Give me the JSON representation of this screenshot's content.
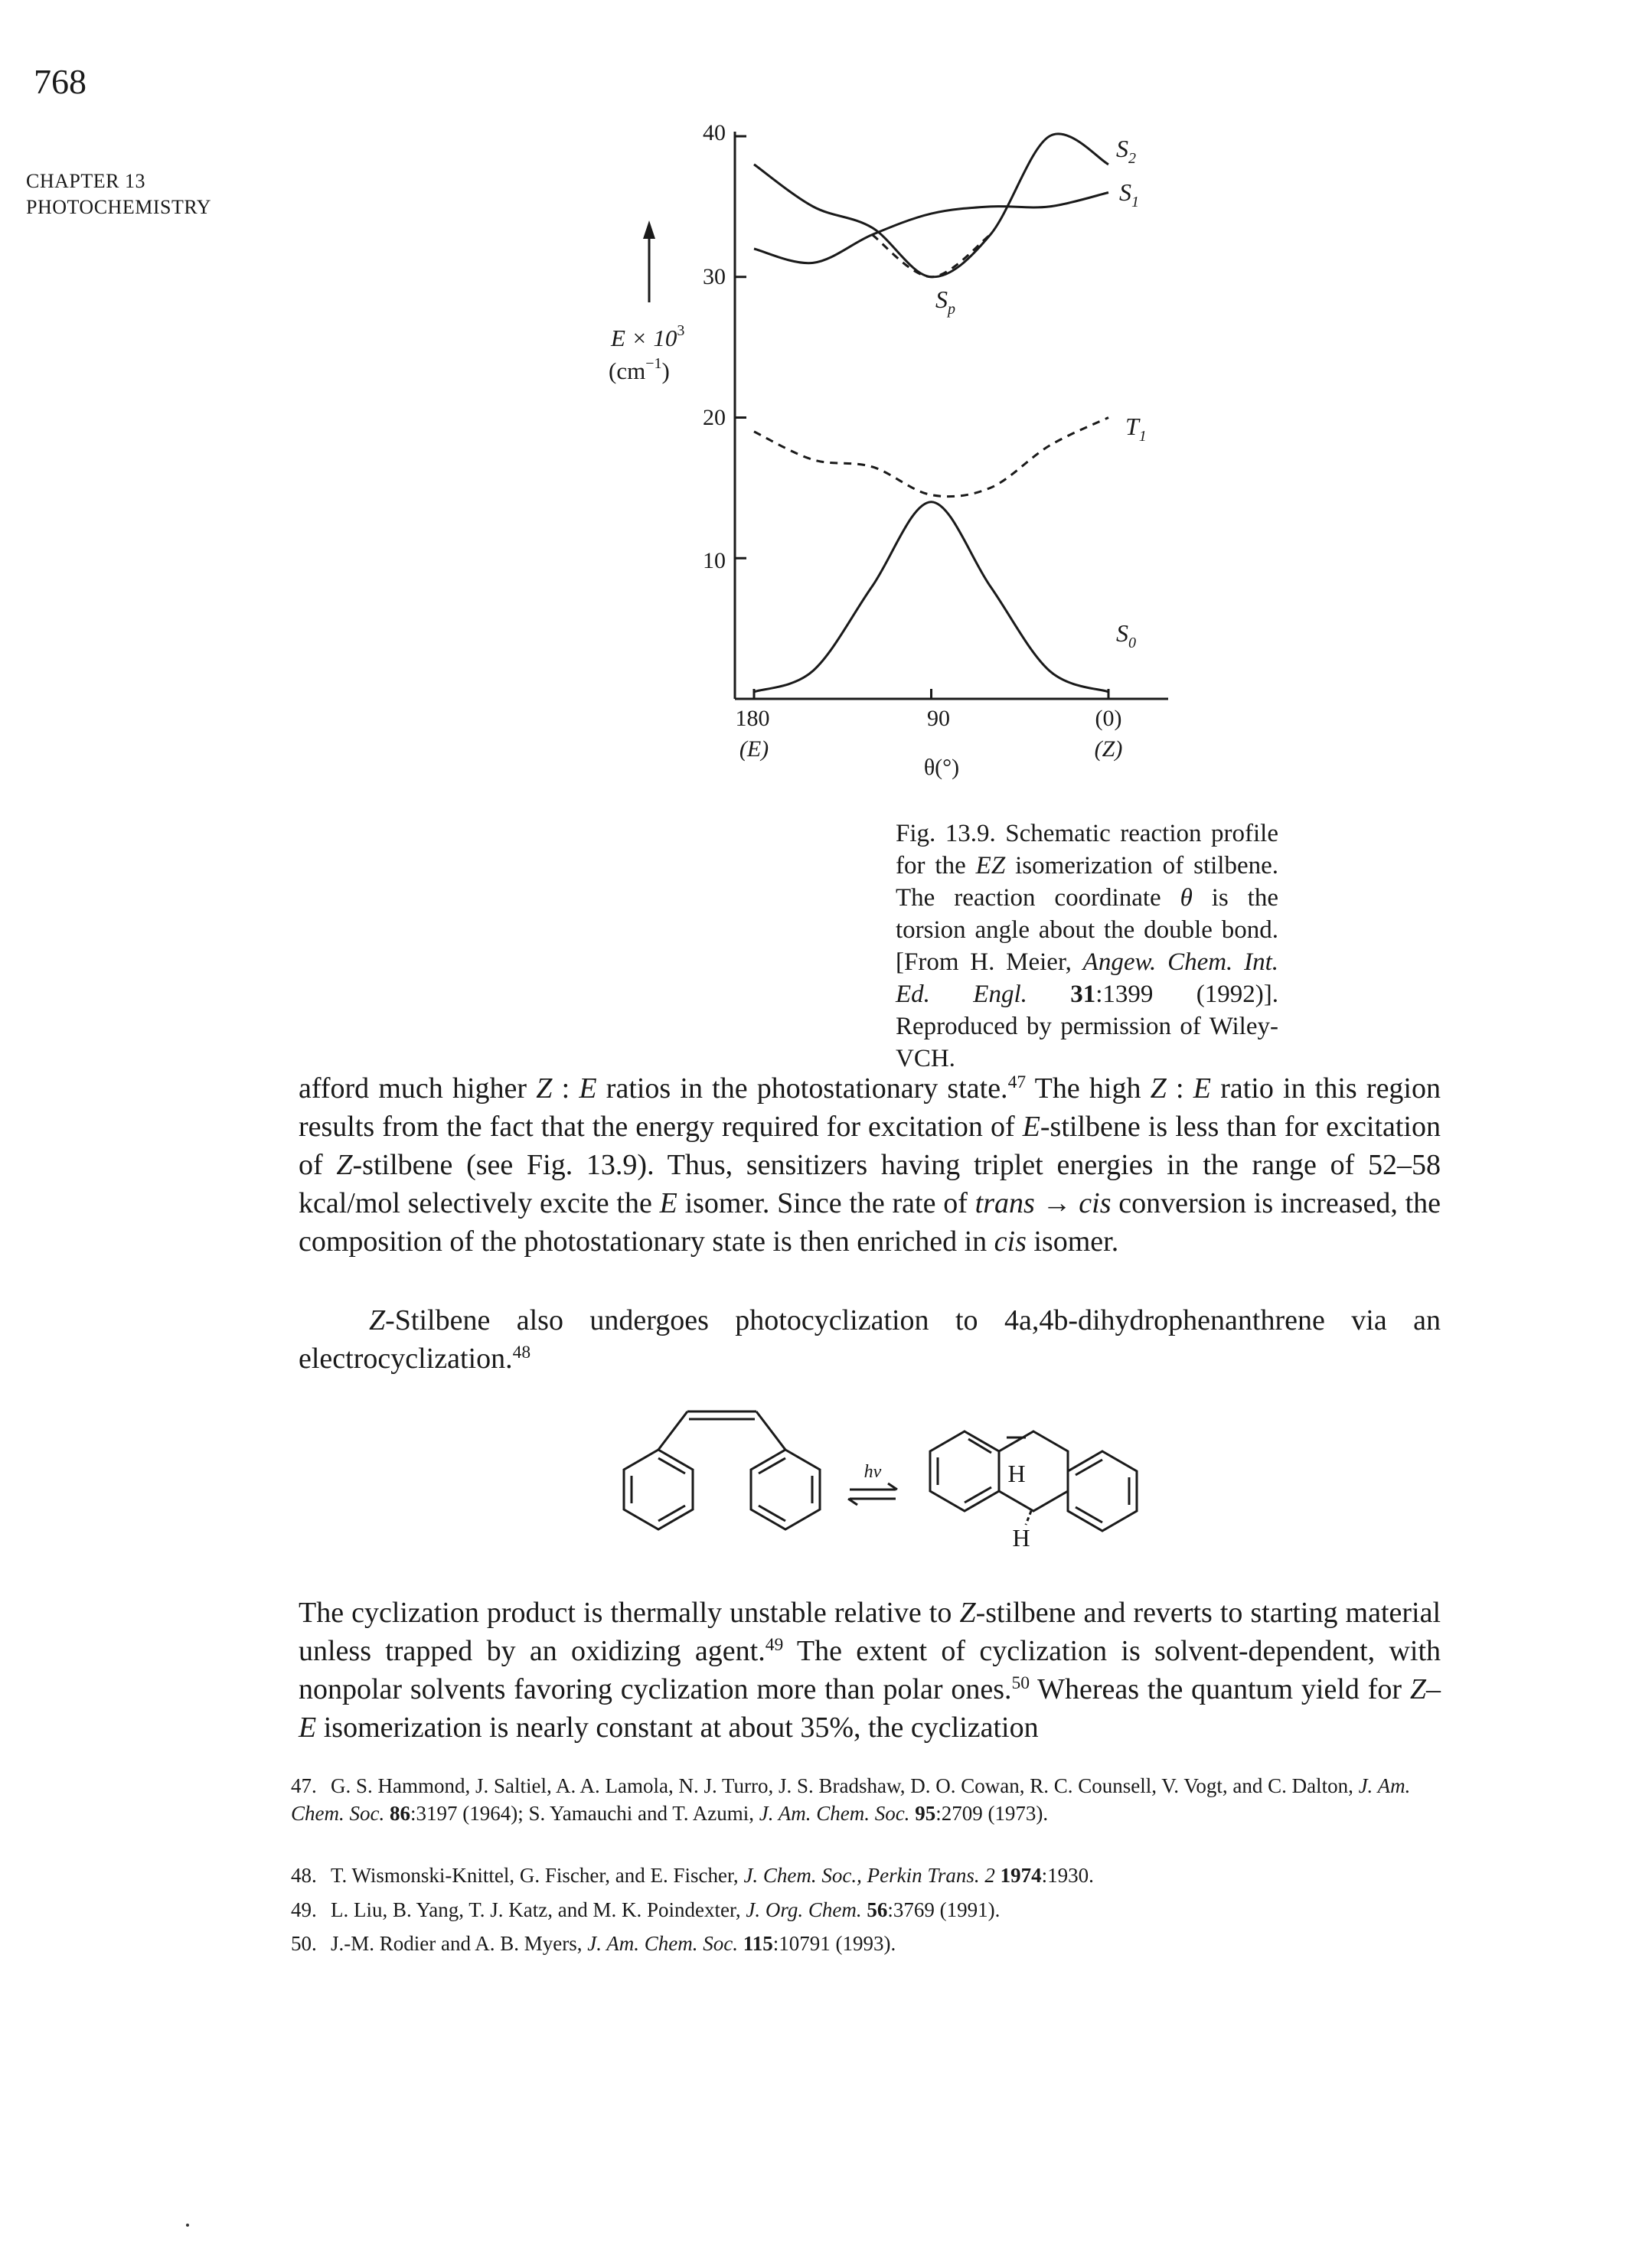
{
  "page": {
    "number": "768",
    "running_head": [
      "CHAPTER 13",
      "PHOTOCHEMISTRY"
    ]
  },
  "figure": {
    "y_axis": {
      "label_line1": "E × 10",
      "label_sup": "3",
      "label_line2": "(cm",
      "label_line2_sup": "−1",
      "label_line2_end": ")"
    },
    "y_ticks": [
      "40",
      "30",
      "20",
      "10"
    ],
    "x_ticks": [
      "180",
      "90",
      "(0)"
    ],
    "x_tick_sub": [
      "(E)",
      "(Z)"
    ],
    "x_label": "θ(°)",
    "curve_labels": {
      "S2": "S",
      "S2_sub": "2",
      "S1": "S",
      "S1_sub": "1",
      "Sp": "S",
      "Sp_sub": "p",
      "T1": "T",
      "T1_sub": "1",
      "S0": "S",
      "S0_sub": "0"
    },
    "caption": {
      "lead": "Fig. 13.9. Schematic reaction profile for the ",
      "ez": "EZ",
      "mid1": " isomerization of stilbene. The reaction coordinate ",
      "theta": "θ",
      "mid2": " is the torsion angle about the double bond. [From H. Meier, ",
      "journal": "Angew. Chem. Int. Ed. Engl.",
      "vol": "31",
      "end1": ":1399 (1992)]. Reproduced by permission of Wiley-VCH."
    }
  },
  "chart_data": {
    "type": "line",
    "title": "",
    "xlabel": "θ(°)",
    "ylabel": "E × 10³ (cm⁻¹)",
    "x_ticks": [
      180,
      90,
      0
    ],
    "ylim": [
      0,
      40
    ],
    "series": [
      {
        "name": "S2",
        "x": [
          180,
          150,
          120,
          90,
          60,
          30,
          0
        ],
        "values": [
          38,
          35,
          33.5,
          30,
          33,
          40,
          38
        ]
      },
      {
        "name": "S1",
        "x": [
          180,
          150,
          120,
          90,
          60,
          30,
          0
        ],
        "values": [
          32,
          31,
          33,
          34.5,
          35,
          35,
          36
        ]
      },
      {
        "name": "Sp",
        "x": [
          120,
          90,
          60
        ],
        "values": [
          33,
          30,
          33
        ]
      },
      {
        "name": "T1",
        "x": [
          180,
          150,
          120,
          90,
          60,
          30,
          0
        ],
        "values": [
          19,
          17,
          16.5,
          14.5,
          15,
          18,
          20
        ]
      },
      {
        "name": "S0",
        "x": [
          180,
          150,
          120,
          90,
          60,
          30,
          0
        ],
        "values": [
          0.5,
          2,
          8,
          14,
          8,
          2,
          0.5
        ]
      }
    ]
  },
  "body": {
    "para1": {
      "t1": "afford much higher ",
      "z1": "Z",
      "colon1": " : ",
      "e1": "E",
      "t2": " ratios in the photostationary state.",
      "ref47": "47",
      "t3": " The high ",
      "z2": "Z",
      "colon2": " : ",
      "e2": "E",
      "t4": " ratio in this region results from the fact that the energy required for excitation of ",
      "e3": "E",
      "t5": "-stilbene is less than for excitation of ",
      "z3": "Z",
      "t6": "-stilbene (see Fig. 13.9). Thus, sensitizers having triplet energies in the range of 52–58 kcal/mol selectively excite the ",
      "e4": "E",
      "t7": " isomer. Since the rate of ",
      "trans": "trans",
      "arrow": " → ",
      "cis1": "cis",
      "t8": " conversion is increased, the composition of the photostationary state is then enriched in ",
      "cis2": "cis",
      "t9": " isomer."
    },
    "para2": {
      "z": "Z",
      "t1": "-Stilbene also undergoes photocyclization to 4a,4b-dihydrophenanthrene via an electrocyclization.",
      "ref48": "48"
    },
    "scheme": {
      "hv": "hν",
      "h_top": "H",
      "h_bottom": "H"
    },
    "para3": {
      "t1": "The cyclization product is thermally unstable relative to ",
      "z1": "Z",
      "t2": "-stilbene and reverts to starting material unless trapped by an oxidizing agent.",
      "ref49": "49",
      "t3": " The extent of cyclization is solvent-dependent, with nonpolar solvents favoring cyclization more than polar ones.",
      "ref50": "50",
      "t4": " Whereas the quantum yield for ",
      "ze": "Z–E",
      "t5": " isomerization is nearly constant at about 35%, the cyclization"
    }
  },
  "footnotes": {
    "fn47": {
      "num": "47.",
      "a": "G. S. Hammond, J. Saltiel, A. A. Lamola, N. J. Turro, J. S. Bradshaw, D. O. Cowan, R. C. Counsell, V. Vogt, and C. Dalton, ",
      "j1": "J. Am. Chem. Soc.",
      "v1": " 86",
      "p1": ":3197 (1964); S. Yamauchi and T. Azumi, ",
      "j2": "J. Am. Chem. Soc.",
      "v2": " 95",
      "p2": ":2709 (1973)."
    },
    "fn48": {
      "num": "48.",
      "a": "T. Wismonski-Knittel, G. Fischer, and E. Fischer, ",
      "j1": "J. Chem. Soc., Perkin Trans. 2",
      "v1": " 1974",
      "p1": ":1930."
    },
    "fn49": {
      "num": "49.",
      "a": "L. Liu, B. Yang, T. J. Katz, and M. K. Poindexter, ",
      "j1": "J. Org. Chem.",
      "v1": " 56",
      "p1": ":3769 (1991)."
    },
    "fn50": {
      "num": "50.",
      "a": "J.-M. Rodier and A. B. Myers, ",
      "j1": "J. Am. Chem. Soc.",
      "v1": " 115",
      "p1": ":10791 (1993)."
    }
  }
}
